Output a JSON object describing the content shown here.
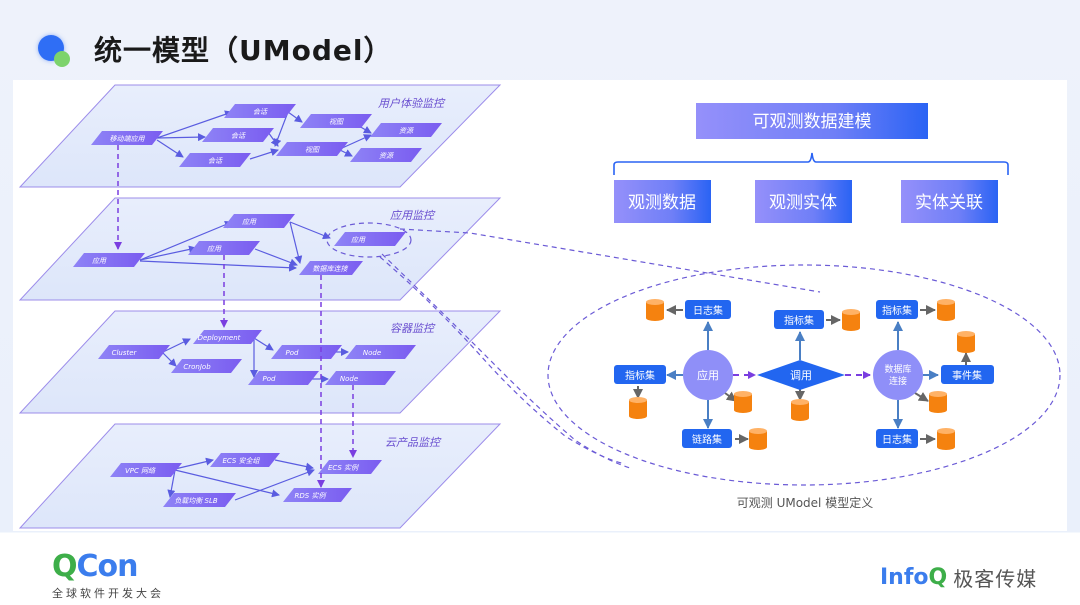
{
  "header": {
    "title": "统一模型（UModel）"
  },
  "layers": [
    {
      "name": "用户体验监控",
      "nodes": [
        "移动端应用",
        "会话",
        "会话",
        "会话",
        "视图",
        "视图",
        "资源",
        "资源"
      ]
    },
    {
      "name": "应用监控",
      "nodes": [
        "应用",
        "应用",
        "应用",
        "应用",
        "数据库连接"
      ]
    },
    {
      "name": "容器监控",
      "nodes": [
        "Cluster",
        "Deployment",
        "CronJob",
        "Pod",
        "Pod",
        "Node",
        "Node"
      ]
    },
    {
      "name": "云产品监控",
      "nodes": [
        "VPC 网络",
        "ECS 安全组",
        "负载均衡 SLB",
        "ECS 实例",
        "RDS 实例"
      ]
    }
  ],
  "modeling": {
    "root": "可观测数据建模",
    "children": [
      "观测数据",
      "观测实体",
      "实体关联"
    ]
  },
  "umodel": {
    "caption": "可观测 UModel 模型定义",
    "app_node": "应用",
    "call_node": "调用",
    "db_node_line1": "数据库",
    "db_node_line2": "连接",
    "app_sets": {
      "top": "日志集",
      "left": "指标集",
      "bottom": "链路集"
    },
    "call_sets": {
      "top": "指标集"
    },
    "db_sets": {
      "top": "指标集",
      "right": "事件集",
      "bottom": "日志集"
    }
  },
  "colors": {
    "accent_blue": "#2266f0",
    "node_purple": "#8a7cf5",
    "storage_orange": "#f5820f",
    "layer_fill": "#e3eafb",
    "dashed_line": "#6b5bd6"
  },
  "footer": {
    "left_logo_q": "Q",
    "left_logo_con": "Con",
    "left_subtitle": "全球软件开发大会",
    "right_logo_info": "Info",
    "right_logo_q": "Q",
    "right_text": "极客传媒"
  }
}
